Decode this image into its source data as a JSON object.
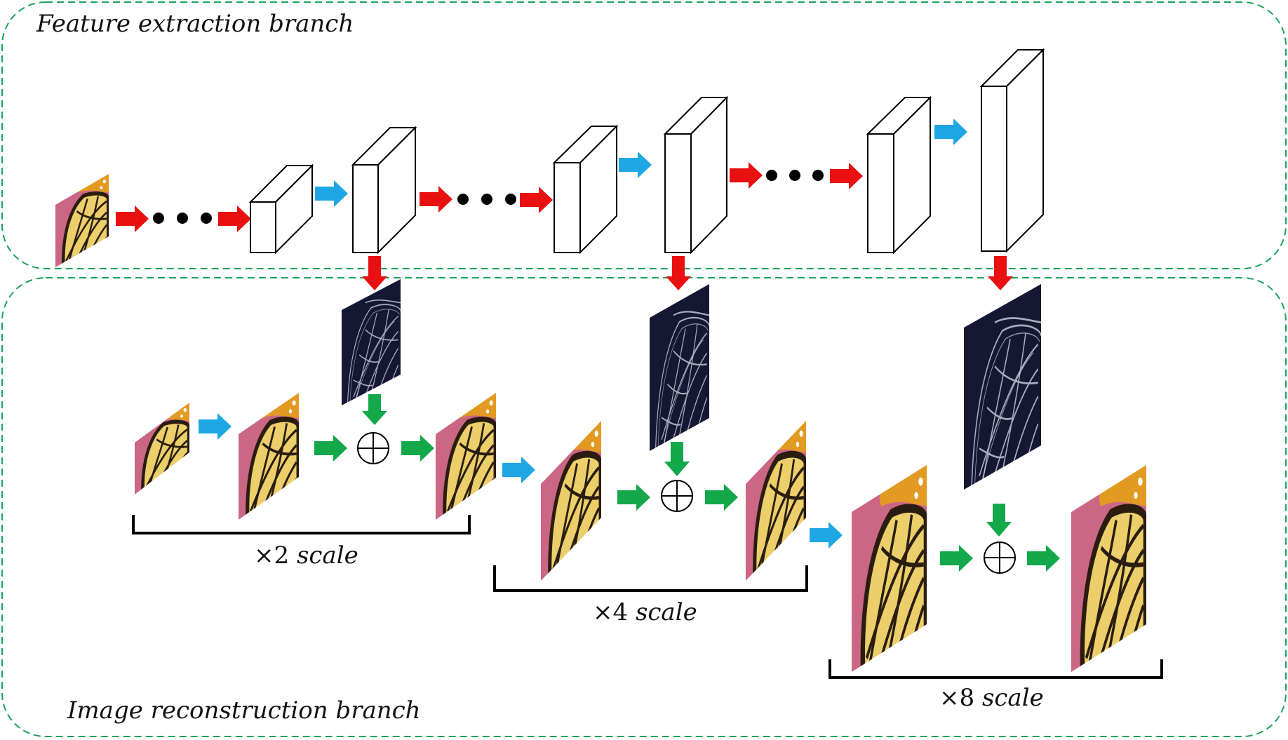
{
  "branches": {
    "feature_title": "Feature extraction branch",
    "reconstruction_title": "Image reconstruction branch"
  },
  "scales": [
    {
      "prefix": "×2",
      "word": "scale"
    },
    {
      "prefix": "×4",
      "word": "scale"
    },
    {
      "prefix": "×8",
      "word": "scale"
    }
  ],
  "colors": {
    "region_border": "#1aa35a",
    "arrow_red": "#e81010",
    "arrow_blue": "#1ea7e4",
    "arrow_green": "#13a84a",
    "dots": "#000000",
    "residual_bg": "#141833",
    "residual_line": "#b9bdd0",
    "wing_yellow": "#eccf6a",
    "wing_orange": "#e39a22",
    "wing_vein": "#2a1d10",
    "flower_pink": "#c45a7e"
  },
  "icons": {
    "sum": "circle-plus-icon",
    "dots": "ellipsis-dots-icon"
  }
}
